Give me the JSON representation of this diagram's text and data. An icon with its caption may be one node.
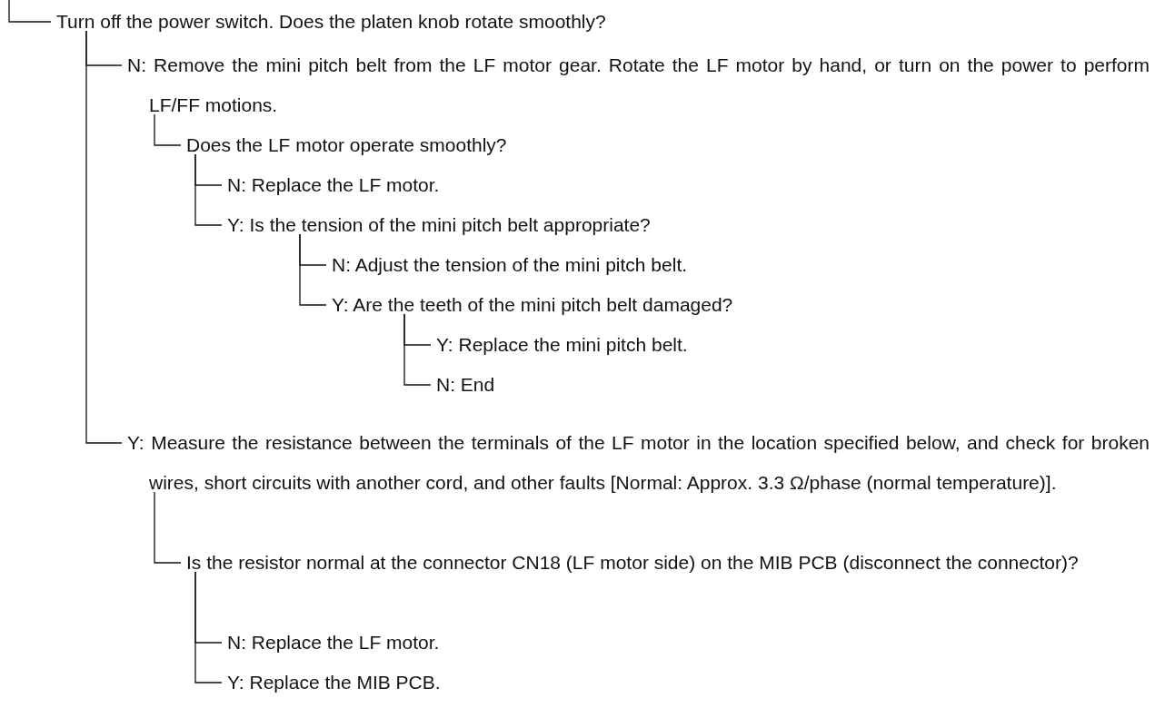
{
  "diagram": {
    "nodes": [
      {
        "text": [
          "Turn off the power switch. Does the platen knob rotate smoothly?"
        ]
      },
      {
        "text": [
          "N: Remove the mini pitch belt from the LF motor gear. Rotate the LF motor by hand, or turn on the power to perform LF/FF motions."
        ]
      },
      {
        "text": [
          "Does the LF motor operate smoothly?"
        ]
      },
      {
        "text": [
          "N: Replace the LF motor."
        ]
      },
      {
        "text": [
          "Y: Is the tension of the mini pitch belt appropriate?"
        ]
      },
      {
        "text": [
          "N: Adjust the tension of the mini pitch belt."
        ]
      },
      {
        "text": [
          "Y: Are the teeth of the mini pitch belt damaged?"
        ]
      },
      {
        "text": [
          "Y: Replace the mini pitch belt."
        ]
      },
      {
        "text": [
          "N: End"
        ]
      },
      {
        "text": [
          "Y: Measure the resistance between the terminals of the LF motor in the location specified below, and check for broken wires, short circuits with another cord, and other faults [Normal: Approx. 3.3 Ω/phase (normal temperature)]."
        ]
      },
      {
        "text": [
          "Is the resistor normal at the connector CN18 (LF motor side) on the MIB PCB (disconnect the connector)?"
        ]
      },
      {
        "text": [
          "N: Replace the LF motor."
        ]
      },
      {
        "text": [
          "Y: Replace the MIB PCB."
        ]
      }
    ],
    "edges": [
      {
        "from": null,
        "to": 0,
        "arrow": "none"
      },
      {
        "from": 0,
        "to": 1,
        "arrow": "none"
      },
      {
        "from": 1,
        "to": 2,
        "arrow": "none"
      },
      {
        "from": 2,
        "to": 3,
        "arrow": "none"
      },
      {
        "from": 2,
        "to": 4,
        "arrow": "none"
      },
      {
        "from": 4,
        "to": 5,
        "arrow": "none"
      },
      {
        "from": 4,
        "to": 6,
        "arrow": "none"
      },
      {
        "from": 6,
        "to": 7,
        "arrow": "none"
      },
      {
        "from": 6,
        "to": 8,
        "arrow": "none"
      },
      {
        "from": 0,
        "to": 9,
        "arrow": "none"
      },
      {
        "from": 9,
        "to": 10,
        "arrow": "none"
      },
      {
        "from": 10,
        "to": 11,
        "arrow": "none"
      },
      {
        "from": 10,
        "to": 12,
        "arrow": "none"
      }
    ]
  }
}
